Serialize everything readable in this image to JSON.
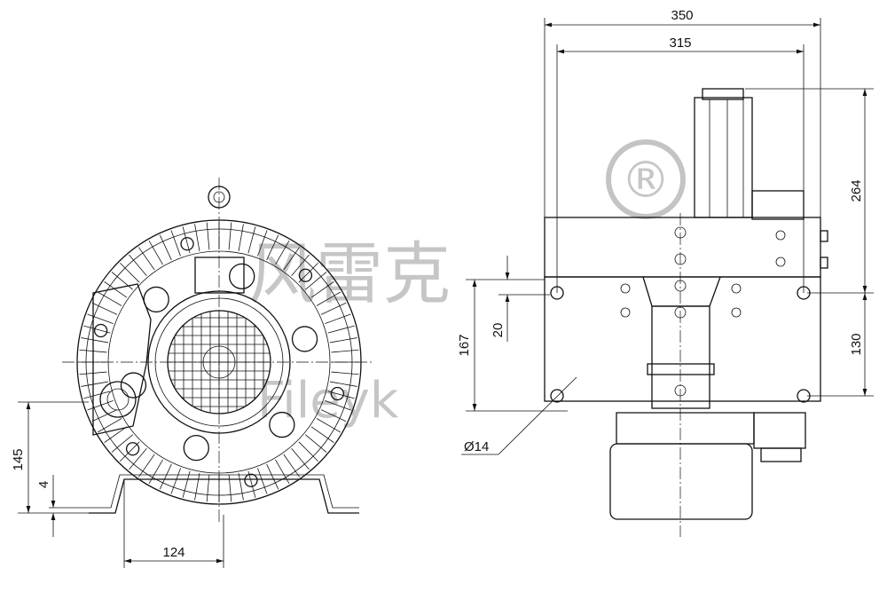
{
  "watermark": {
    "chinese": "风雷克",
    "registered": "®",
    "latin": "Fileyk",
    "color": "#bdbdbd"
  },
  "dimensions": {
    "total_width": "350",
    "mount_width": "315",
    "motor_height": "264",
    "mount_height": "130",
    "plate_height": "167",
    "hole_offset": "20",
    "hole_diameter": "Ø14",
    "center_height": "145",
    "foot_thickness": "4",
    "foot_half_width": "124"
  }
}
